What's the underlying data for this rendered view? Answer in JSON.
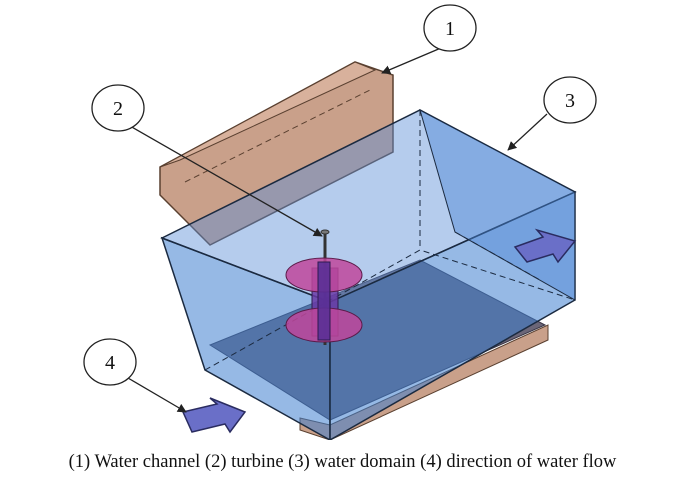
{
  "figure": {
    "callouts": [
      {
        "id": "1",
        "label": "1"
      },
      {
        "id": "2",
        "label": "2"
      },
      {
        "id": "3",
        "label": "3"
      },
      {
        "id": "4",
        "label": "4"
      }
    ],
    "caption": "(1) Water channel (2) turbine (3) water domain (4) direction of water flow"
  },
  "colors": {
    "water_fill": "#3f7fd0",
    "channel_fill": "#c9a08a",
    "floor_fill": "#6b6678",
    "turbine_disc": "#c0479b",
    "turbine_shaft": "#6a3aa6",
    "arrow_fill": "#6a6fc8"
  }
}
